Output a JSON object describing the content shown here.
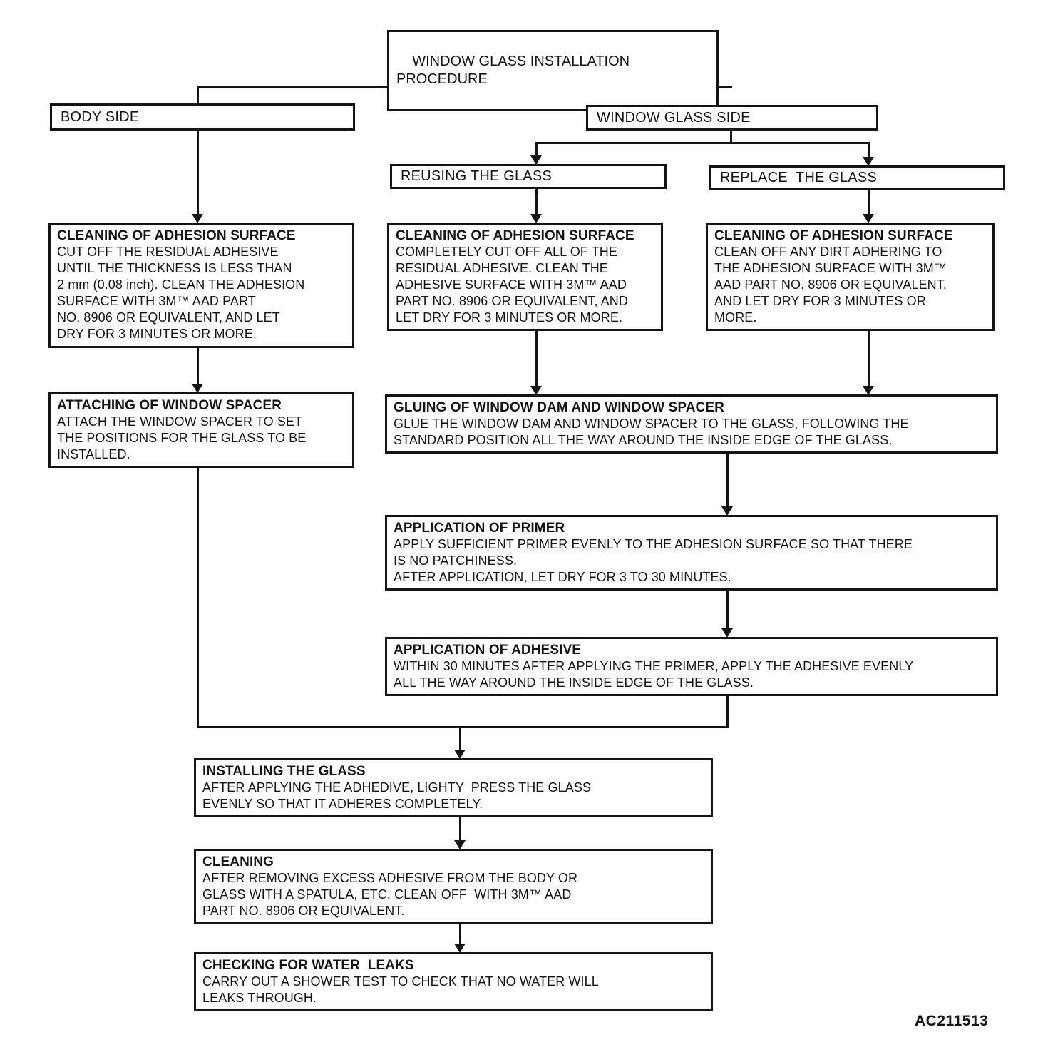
{
  "figure_code": "AC211513",
  "colors": {
    "line": "#141414",
    "background": "#ffffff"
  },
  "nodes": {
    "root": {
      "label": "WINDOW GLASS INSTALLATION\nPROCEDURE"
    },
    "body_side": {
      "label": "BODY SIDE"
    },
    "window_glass_side": {
      "label": "WINDOW GLASS SIDE"
    },
    "reusing_glass": {
      "label": "REUSING THE GLASS"
    },
    "replace_glass": {
      "label": "REPLACE  THE GLASS"
    },
    "cleaning_body": {
      "title": "CLEANING OF ADHESION SURFACE",
      "body": "CUT OFF THE RESIDUAL ADHESIVE\nUNTIL THE THICKNESS IS LESS THAN\n2 mm (0.08 inch). CLEAN THE ADHESION\nSURFACE WITH 3M™ AAD PART\nNO. 8906 OR EQUIVALENT, AND LET\nDRY FOR 3 MINUTES OR MORE."
    },
    "cleaning_reuse": {
      "title": "CLEANING OF ADHESION SURFACE",
      "body": "COMPLETELY CUT OFF ALL OF THE\nRESIDUAL ADHESIVE. CLEAN THE\nADHESIVE SURFACE WITH 3M™ AAD\nPART NO. 8906 OR EQUIVALENT, AND\nLET DRY FOR 3 MINUTES OR MORE."
    },
    "cleaning_replace": {
      "title": "CLEANING OF ADHESION SURFACE",
      "body": "CLEAN OFF ANY DIRT ADHERING TO\nTHE ADHESION SURFACE WITH 3M™\nAAD PART NO. 8906 OR EQUIVALENT,\nAND LET DRY FOR 3 MINUTES OR\nMORE."
    },
    "attaching_spacer": {
      "title": "ATTACHING OF WINDOW SPACER",
      "body": "ATTACH THE WINDOW SPACER TO SET\nTHE POSITIONS FOR THE GLASS TO BE\nINSTALLED."
    },
    "gluing_dam": {
      "title": "GLUING OF WINDOW DAM AND WINDOW SPACER",
      "body": "GLUE THE WINDOW DAM AND WINDOW SPACER TO THE GLASS, FOLLOWING THE\nSTANDARD POSITION ALL THE WAY AROUND THE INSIDE EDGE OF THE GLASS."
    },
    "primer": {
      "title": "APPLICATION OF PRIMER",
      "body": "APPLY SUFFICIENT PRIMER EVENLY TO THE ADHESION SURFACE SO THAT THERE\nIS NO PATCHINESS.\nAFTER APPLICATION, LET DRY FOR 3 TO 30 MINUTES."
    },
    "adhesive": {
      "title": "APPLICATION OF ADHESIVE",
      "body": "WITHIN 30 MINUTES AFTER APPLYING THE PRIMER, APPLY THE ADHESIVE EVENLY\nALL THE WAY AROUND THE INSIDE EDGE OF THE GLASS."
    },
    "installing": {
      "title": "INSTALLING THE GLASS",
      "body": "AFTER APPLYING THE ADHEDIVE, LIGHTY  PRESS THE GLASS\nEVENLY SO THAT IT ADHERES COMPLETELY."
    },
    "cleaning_final": {
      "title": "CLEANING",
      "body": "AFTER REMOVING EXCESS ADHESIVE FROM THE BODY OR\nGLASS WITH A SPATULA, ETC. CLEAN OFF  WITH 3M™ AAD\nPART NO. 8906 OR EQUIVALENT."
    },
    "checking_leaks": {
      "title": "CHECKING FOR WATER  LEAKS",
      "body": "CARRY OUT A SHOWER TEST TO CHECK THAT NO WATER WILL\nLEAKS THROUGH."
    }
  }
}
